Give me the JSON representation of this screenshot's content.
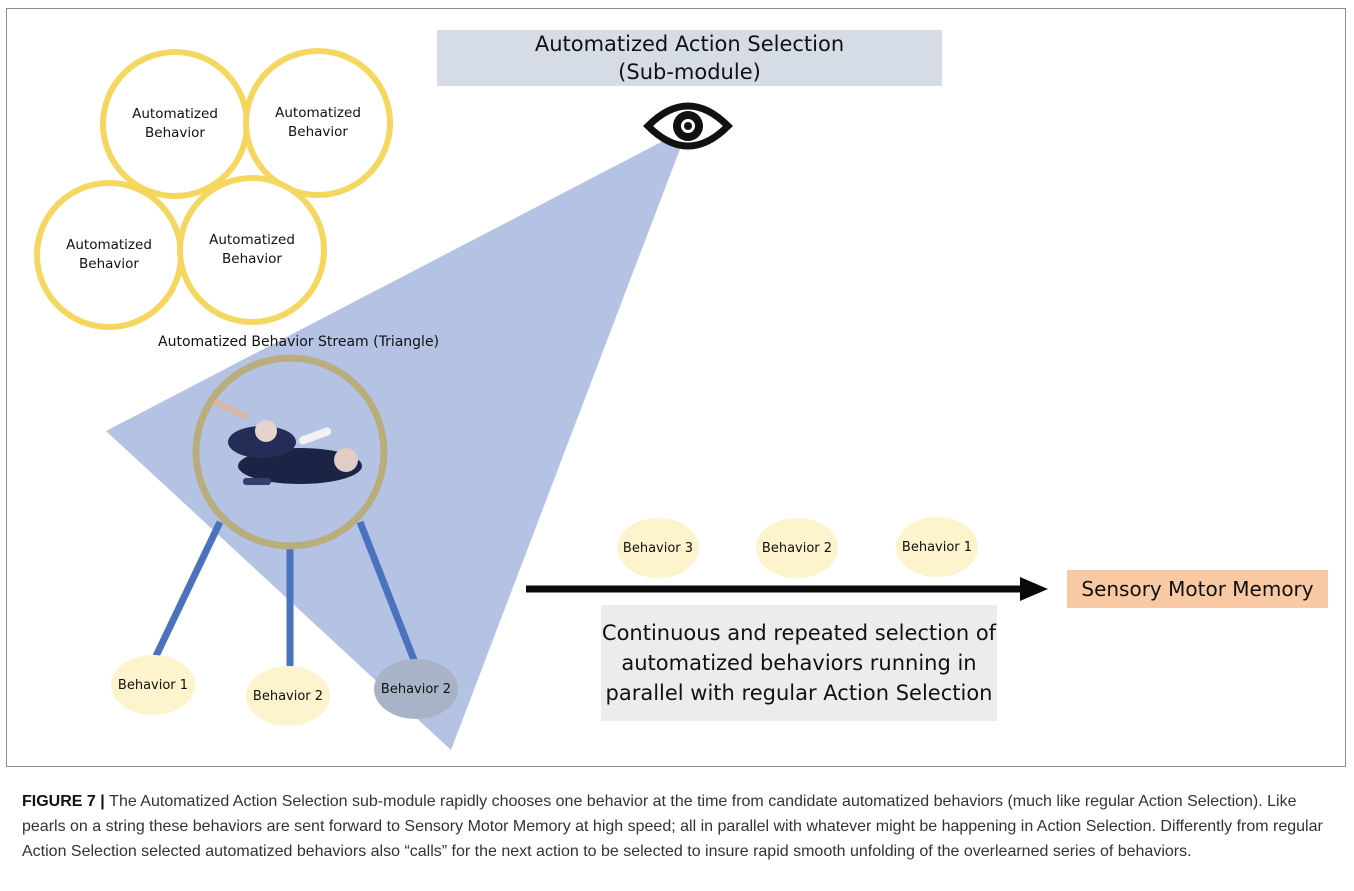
{
  "header": {
    "title_line1": "Automatized Action Selection",
    "title_line2": "(Sub-module)"
  },
  "eye_icon": "eye-icon",
  "automatized_circles": [
    {
      "label": "Automatized Behavior"
    },
    {
      "label": "Automatized Behavior"
    },
    {
      "label": "Automatized Behavior"
    },
    {
      "label": "Automatized Behavior"
    }
  ],
  "stream_label": "Automatized  Behavior Stream (Triangle)",
  "triangle_behaviors": [
    {
      "label": "Behavior 1"
    },
    {
      "label": "Behavior 2"
    },
    {
      "label": "Behavior 2"
    }
  ],
  "pearl_behaviors": [
    {
      "label": "Behavior 3"
    },
    {
      "label": "Behavior 2"
    },
    {
      "label": "Behavior 1"
    }
  ],
  "target_label": "Sensory Motor Memory",
  "continuous_text": {
    "line1": "Continuous and repeated selection of",
    "line2": "automatized behaviors running in",
    "line3": "parallel with regular Action Selection"
  },
  "caption": {
    "figure_label": "FIGURE 7",
    "separator": " | ",
    "text": "The Automatized Action Selection sub-module rapidly chooses one behavior at the time from candidate automatized behaviors (much like regular Action Selection). Like pearls on a string these behaviors are sent forward to Sensory Motor Memory at high speed; all in parallel with whatever might be happening in Action Selection. Differently from regular Action Selection selected automatized behaviors also “calls” for the next action to be selected to insure rapid smooth unfolding of the overlearned series of behaviors."
  },
  "colors": {
    "triangle": "#b4c3e4",
    "circle_border": "#f5d760",
    "connector": "#4b73bd",
    "behavior_fill": "#fdf3cc",
    "target_fill": "#f8c9a3",
    "photo_ring": "#b9ad7e"
  }
}
